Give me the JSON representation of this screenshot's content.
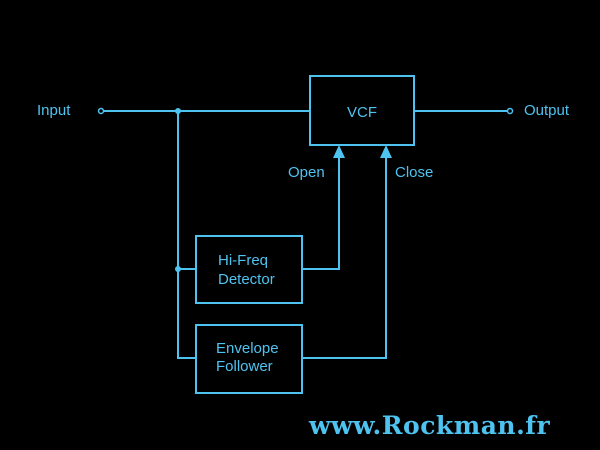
{
  "diagram": {
    "colors": {
      "line": "#4fc3f0",
      "background": "#000000"
    },
    "labels": {
      "input": "Input",
      "output": "Output",
      "open": "Open",
      "close": "Close"
    },
    "blocks": {
      "vcf": "VCF",
      "hifreq_line1": "Hi-Freq",
      "hifreq_line2": "Detector",
      "envelope_line1": "Envelope",
      "envelope_line2": "Follower"
    },
    "watermark": "www.Rockman.fr"
  }
}
